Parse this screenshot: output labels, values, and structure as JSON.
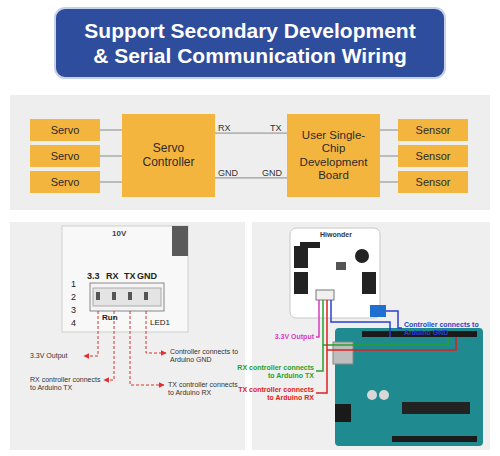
{
  "diagram": {
    "title": "Support Secondary Development & Serial Communication Wiring",
    "nodes": [
      {
        "text": [
          "Servo"
        ]
      },
      {
        "text": [
          "Servo"
        ]
      },
      {
        "text": [
          "Servo"
        ]
      },
      {
        "text": [
          "Servo Controller"
        ]
      },
      {
        "text": [
          "User Single-Chip Development Board"
        ]
      },
      {
        "text": [
          "Sensor"
        ]
      },
      {
        "text": [
          "Sensor"
        ]
      },
      {
        "text": [
          "Sensor"
        ]
      }
    ],
    "edges": [
      {
        "from": 0,
        "to": 3,
        "arrow": "none"
      },
      {
        "from": 1,
        "to": 3,
        "arrow": "none"
      },
      {
        "from": 2,
        "to": 3,
        "arrow": "none"
      },
      {
        "from": 3,
        "to": 4,
        "arrow": "none"
      },
      {
        "from": 3,
        "to": 4,
        "arrow": "none"
      },
      {
        "from": 4,
        "to": 5,
        "arrow": "none"
      },
      {
        "from": 4,
        "to": 6,
        "arrow": "none"
      },
      {
        "from": 4,
        "to": 7,
        "arrow": "none"
      }
    ],
    "labels": [
      "RX",
      "TX",
      "GND",
      "GND",
      "10V",
      "3.3",
      "RX",
      "TX",
      "GND",
      "1",
      "2",
      "3",
      "4",
      "Run",
      "LED1",
      "3.3V Output",
      "RX controller connects to Arduino TX",
      "Controller connects to Arduino GND",
      "TX controller connects to Arduino RX",
      "Hiwonder",
      "3.3V Output",
      "RX controller connects to Arduino TX",
      "TX controller connects to Arduino RX",
      "Controller connects to Arduino GND"
    ]
  }
}
